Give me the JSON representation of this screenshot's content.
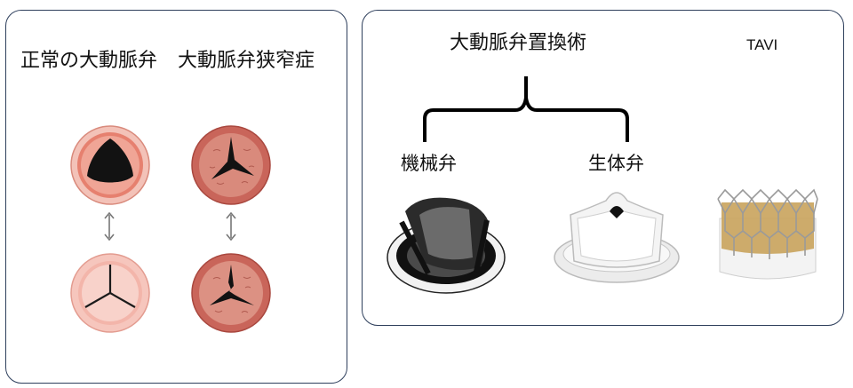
{
  "left_panel": {
    "normal_title": "正常の大動脈弁",
    "stenosis_title": "大動脈弁狭窄症"
  },
  "right_panel": {
    "replacement_title": "大動脈弁置換術",
    "mechanical_label": "機械弁",
    "bioprosthetic_label": "生体弁",
    "tavi_label": "TAVI"
  },
  "colors": {
    "border": "#2e3f5c",
    "valve_ring": "#e79a8f",
    "valve_ring_dark": "#c8554a",
    "leaflet_dark": "#1a1a1a",
    "tavi_tissue": "#c9a35c"
  }
}
